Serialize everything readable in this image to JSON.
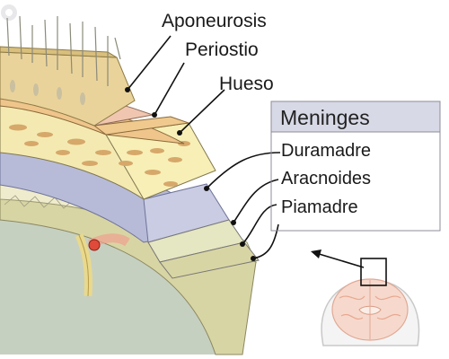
{
  "labels": {
    "aponeurosis": "Aponeurosis",
    "periostio": "Periostio",
    "hueso": "Hueso"
  },
  "meninges": {
    "title": "Meninges",
    "items": [
      "Duramadre",
      "Aracnoides",
      "Piamadre"
    ]
  },
  "colors": {
    "skin": "#e9d29a",
    "aponeurosis": "#f2c9b4",
    "periostio": "#f0c98e",
    "bone": "#f7efb6",
    "bone_spots": "#d9a86b",
    "duramadre": "#c9cce3",
    "aracnoides": "#e5e6c2",
    "piamadre": "#e8e3b8",
    "brain": "#c7d1c2",
    "vessel": "#e04a3a",
    "meninges_box": "#d7d9e6"
  },
  "icons": [
    "doctoralia-logo",
    "brain-coronal-icon",
    "arrow-pointer-icon"
  ]
}
